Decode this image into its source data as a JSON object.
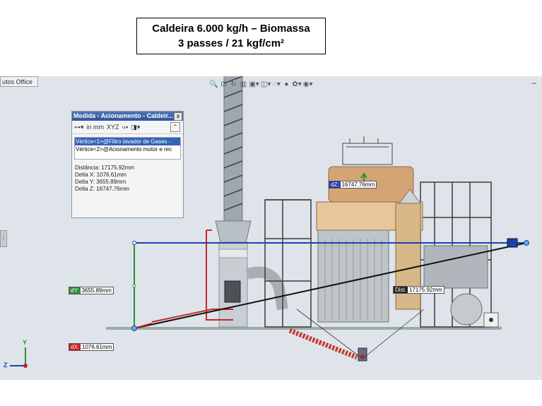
{
  "title": {
    "line1": "Caldeira 6.000 kg/h – Biomassa",
    "line2": "3 passes / 21 kgf/cm²"
  },
  "app": {
    "office_tab": "utos Office"
  },
  "toolbar": {
    "icons": [
      "zoom-icon",
      "zoom-area-icon",
      "rotate-icon",
      "section-view-icon",
      "view-orientation-icon",
      "display-style-icon",
      "hide-show-icon",
      "appearance-icon",
      "scene-icon",
      "render-icon"
    ]
  },
  "measure_panel": {
    "title": "Medida - Acionamento - Caldeir...",
    "close": "x",
    "tools": {
      "units": "in mm",
      "xyz": "XYZ",
      "collapse": "⌃"
    },
    "selections": [
      "Vértice<1>@Filtro lavador de Gases -",
      "Vértice<2>@Acionamento motor e rec"
    ],
    "results": [
      "Distância: 17175.92mm",
      "Delta X: 1076.61mm",
      "Delta Y: 3655.89mm",
      "Delta Z: 16747.76mm"
    ]
  },
  "callouts": {
    "dz": {
      "key": "dZ:",
      "value": "16747.76mm"
    },
    "dy": {
      "key": "dY:",
      "value": "3655.89mm"
    },
    "dx": {
      "key": "dX:",
      "value": "1076.61mm"
    },
    "dist": {
      "key": "Dist.",
      "value": "17175.92mm"
    }
  },
  "triad": {
    "y": "Y",
    "z": "Z"
  },
  "colors": {
    "dz": "#1f3fae",
    "dy": "#2e8b3a",
    "dx": "#c41e1e",
    "dist": "#222222",
    "selection": "#3163b8"
  }
}
